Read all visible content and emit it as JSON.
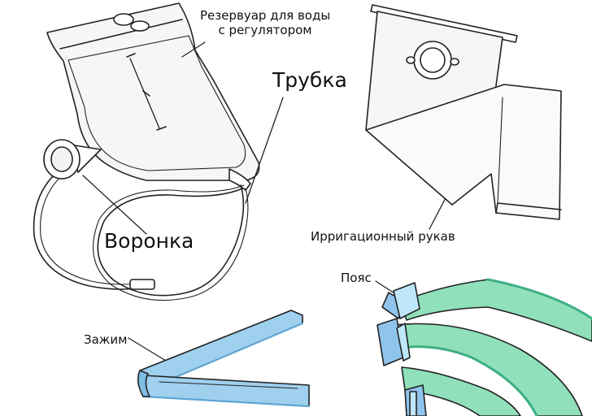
{
  "labels": {
    "reservoir_line1": "Резервуар для воды",
    "reservoir_line2": "с регулятором",
    "tube": "Трубка",
    "funnel": "Воронка",
    "sleeve": "Ирригационный рукав",
    "belt": "Пояс",
    "clamp": "Зажим"
  },
  "colors": {
    "line": "#222222",
    "bag_fill": "#f6f6f6",
    "clamp_fill": "#9fd0ee",
    "clamp_dark": "#5fa6d4",
    "belt_fill": "#8fe0bb",
    "belt_dark": "#3fae84",
    "belt_clip": "#8fc4ec"
  }
}
